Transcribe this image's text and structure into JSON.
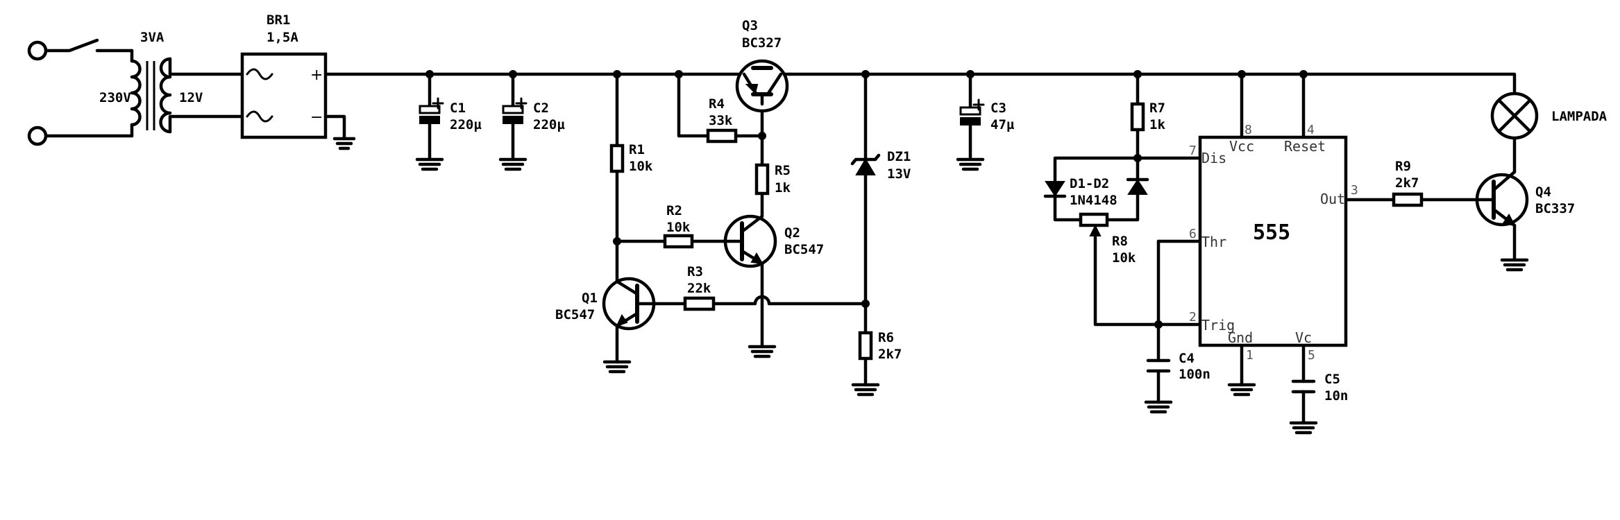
{
  "input": {
    "voltage": "230V"
  },
  "transformer": {
    "power": "3VA",
    "secondary": "12V"
  },
  "bridge": {
    "ref": "BR1",
    "rating": "1,5A",
    "plus": "+",
    "minus": "−"
  },
  "C1": {
    "ref": "C1",
    "value": "220µ"
  },
  "C2": {
    "ref": "C2",
    "value": "220µ"
  },
  "C3": {
    "ref": "C3",
    "value": "47µ"
  },
  "C4": {
    "ref": "C4",
    "value": "100n"
  },
  "C5": {
    "ref": "C5",
    "value": "10n"
  },
  "R1": {
    "ref": "R1",
    "value": "10k"
  },
  "R2": {
    "ref": "R2",
    "value": "10k"
  },
  "R3": {
    "ref": "R3",
    "value": "22k"
  },
  "R4": {
    "ref": "R4",
    "value": "33k"
  },
  "R5": {
    "ref": "R5",
    "value": "1k"
  },
  "R6": {
    "ref": "R6",
    "value": "2k7"
  },
  "R7": {
    "ref": "R7",
    "value": "1k"
  },
  "R8": {
    "ref": "R8",
    "value": "10k"
  },
  "R9": {
    "ref": "R9",
    "value": "2k7"
  },
  "Q1": {
    "ref": "Q1",
    "part": "BC547"
  },
  "Q2": {
    "ref": "Q2",
    "part": "BC547"
  },
  "Q3": {
    "ref": "Q3",
    "part": "BC327"
  },
  "Q4": {
    "ref": "Q4",
    "part": "BC337"
  },
  "DZ1": {
    "ref": "DZ1",
    "value": "13V"
  },
  "diodes": {
    "ref": "D1-D2",
    "part": "1N4148"
  },
  "lamp": {
    "label": "LAMPADA"
  },
  "ic": {
    "name": "555",
    "pins": {
      "vcc": {
        "name": "Vcc",
        "num": "8"
      },
      "reset": {
        "name": "Reset",
        "num": "4"
      },
      "dis": {
        "name": "Dis",
        "num": "7"
      },
      "thr": {
        "name": "Thr",
        "num": "6"
      },
      "trig": {
        "name": "Trig",
        "num": "2"
      },
      "out": {
        "name": "Out",
        "num": "3"
      },
      "gnd": {
        "name": "Gnd",
        "num": "1"
      },
      "vc": {
        "name": "Vc",
        "num": "5"
      }
    }
  }
}
